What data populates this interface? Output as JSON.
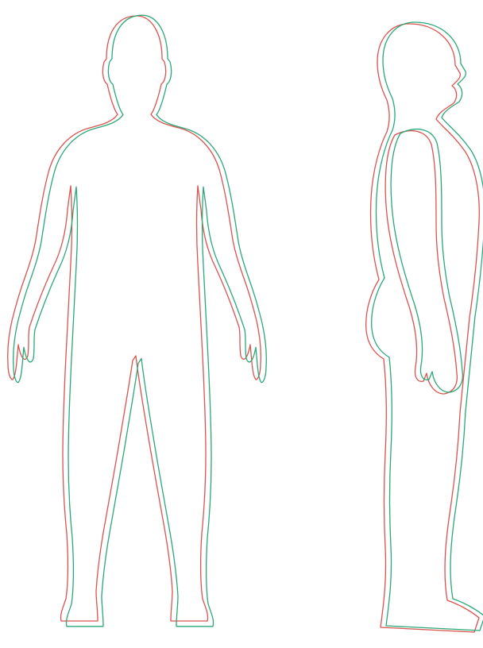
{
  "figure": {
    "views": [
      {
        "id": "front",
        "outlines": [
          "red",
          "green"
        ]
      },
      {
        "id": "side",
        "outlines": [
          "red",
          "green"
        ]
      }
    ],
    "colors": {
      "red": "#d9534f",
      "green": "#2aa876",
      "background": "#ffffff"
    }
  }
}
